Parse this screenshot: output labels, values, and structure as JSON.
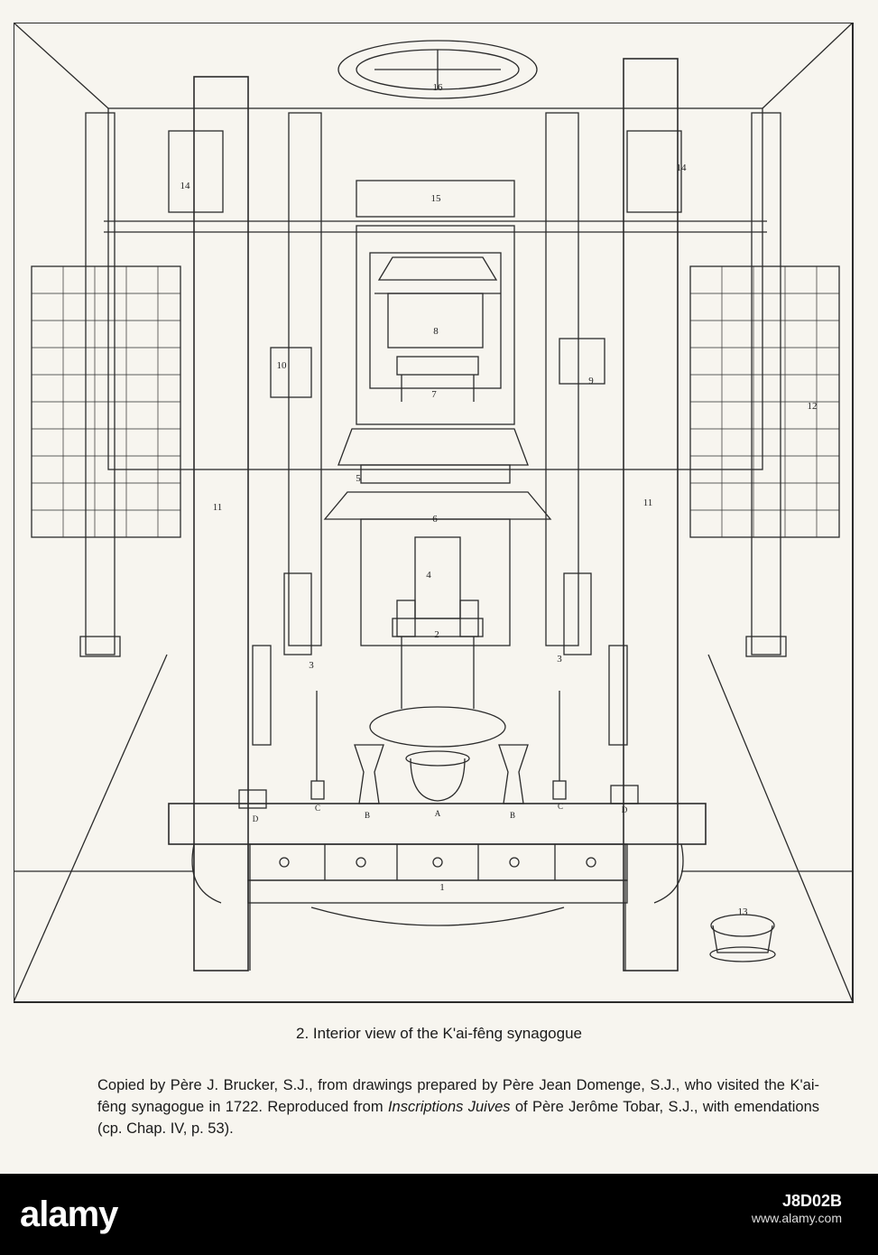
{
  "plate": {
    "labels": {
      "n16": "16",
      "n15": "15",
      "n14a": "14",
      "n14b": "14",
      "n12": "12",
      "n11a": "11",
      "n11b": "11",
      "n10": "10",
      "n9": "9",
      "n8": "8",
      "n7": "7",
      "n6": "6",
      "n5": "5",
      "n4": "4",
      "n3a": "3",
      "n3b": "3",
      "n2": "2",
      "n1": "1",
      "n13": "13",
      "lA": "A",
      "lB1": "B",
      "lB2": "B",
      "lC1": "C",
      "lC2": "C",
      "lD1": "D",
      "lD2": "D"
    }
  },
  "caption": {
    "title": "2. Interior view of the K'ai-fêng synagogue",
    "line1_prefix": "Copied by Père J. Brucker, S.J., from drawings prepared by Père Jean Domenge, S.J., who visited the K'ai-fêng synagogue in 1722.  Reproduced from ",
    "italic1": "Inscriptions Juives",
    "line_suffix": " of Père Jerôme Tobar, S.J., with emendations (cp. Chap. IV, p. 53)."
  },
  "footer": {
    "logo": "alamy",
    "image_id": "J8D02B",
    "site": "www.alamy.com"
  }
}
